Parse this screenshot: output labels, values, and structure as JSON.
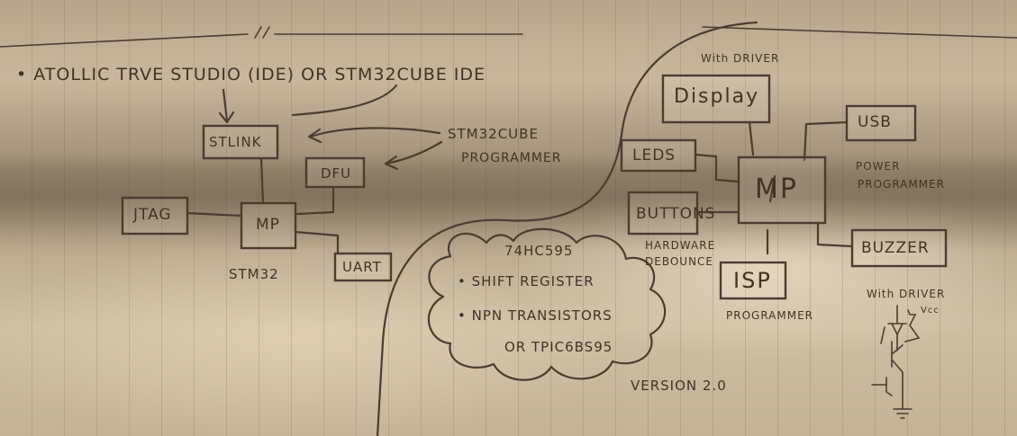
{
  "left": {
    "ide_note": "• ATOLLIC TRVE STUDIO (IDE) OR STM32CUBE IDE",
    "stlink": "STLINK",
    "dfu": "DFU",
    "programmer_label_line1": "STM32CUBE",
    "programmer_label_line2": "PROGRAMMER",
    "jtag": "JTAG",
    "mp": "MP",
    "uart": "UART",
    "chip": "STM32"
  },
  "cloud": {
    "title": "74HC595",
    "item1": "• SHIFT REGISTER",
    "item2": "• NPN TRANSISTORS",
    "item3": "OR TPIC6BS95"
  },
  "right": {
    "display_note": "With DRIVER",
    "display": "Display",
    "leds": "LEDS",
    "usb": "USB",
    "power_line1": "POWER",
    "power_line2": "PROGRAMMER",
    "mp": "MP",
    "buttons": "BUTTONS",
    "debounce_line1": "HARDWARE",
    "debounce_line2": "DEBOUNCE",
    "buzzer": "BUZZER",
    "isp": "ISP",
    "isp_label": "PROGRAMMER",
    "driver_note": "With DRIVER",
    "vcc": "Vcc",
    "version": "VERSION 2.0"
  },
  "colors": {
    "ink": "#4a3d30",
    "paper": "#c7b89d"
  }
}
